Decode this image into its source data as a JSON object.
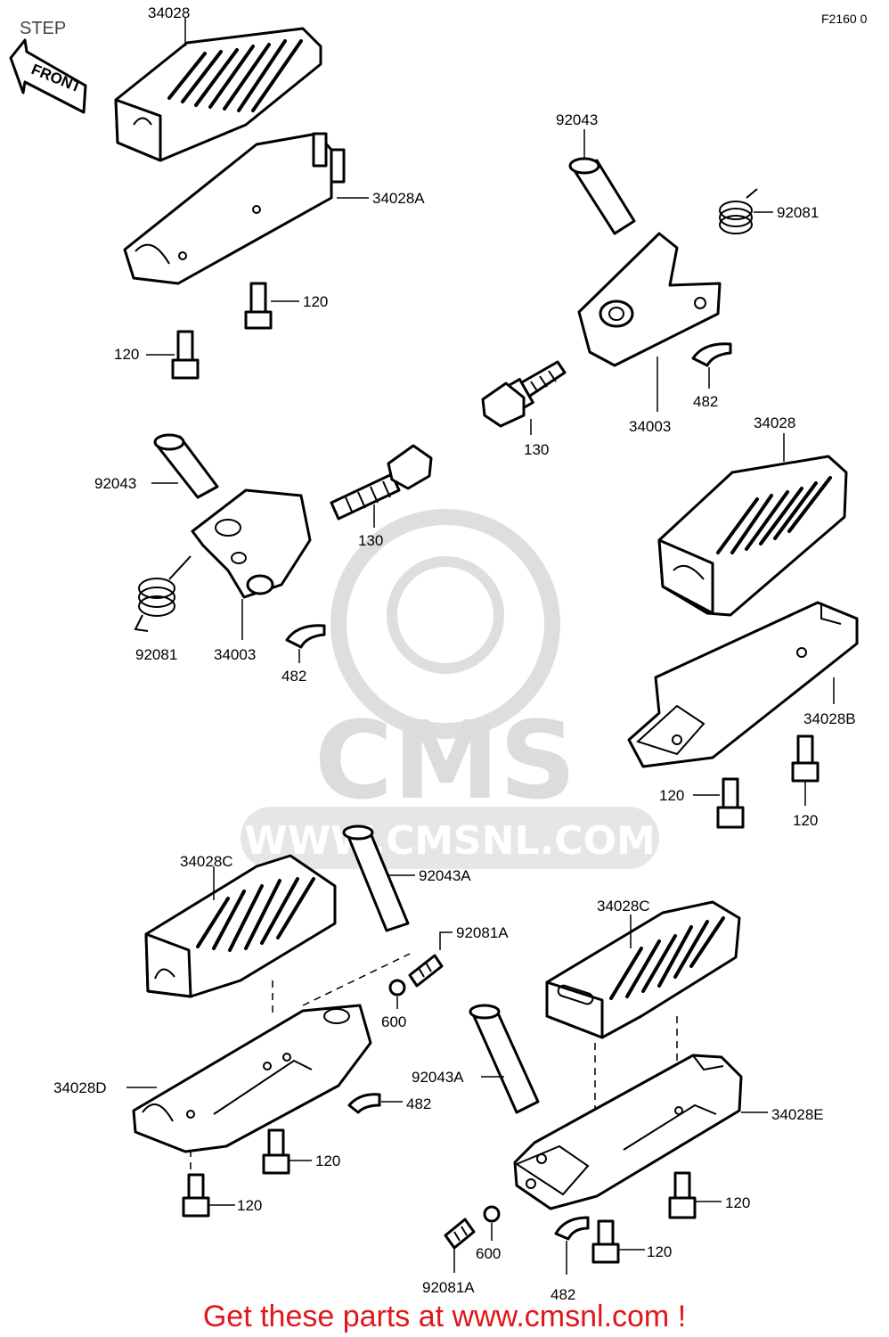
{
  "header": {
    "title": "STEP",
    "code": "F2160 0"
  },
  "front_arrow": {
    "label": "FRONT"
  },
  "watermark": {
    "brand": "CMS",
    "url": "WWW.CMSNL.COM"
  },
  "labels": {
    "p34028_top": "34028",
    "p34028A": "34028A",
    "p120_a": "120",
    "p120_b": "120",
    "p92043_right": "92043",
    "p92081_right": "92081",
    "p482_right": "482",
    "p130_right": "130",
    "p34003_right": "34003",
    "p34028_right": "34028",
    "p92043_left": "92043",
    "p130_left": "130",
    "p92081_left": "92081",
    "p34003_left": "34003",
    "p482_left": "482",
    "p34028B": "34028B",
    "p120_c": "120",
    "p120_d": "120",
    "p34028C_left": "34028C",
    "p92043A_top": "92043A",
    "p92081A_top": "92081A",
    "p600_top": "600",
    "p34028D": "34028D",
    "p482_lower": "482",
    "p120_e": "120",
    "p120_f": "120",
    "p34028C_right": "34028C",
    "p92043A_lower": "92043A",
    "p34028E": "34028E",
    "p120_g": "120",
    "p120_h": "120",
    "p600_lower": "600",
    "p92081A_lower": "92081A",
    "p482_bottom": "482"
  },
  "footer": {
    "text": "Get these parts at www.cmsnl.com !"
  }
}
